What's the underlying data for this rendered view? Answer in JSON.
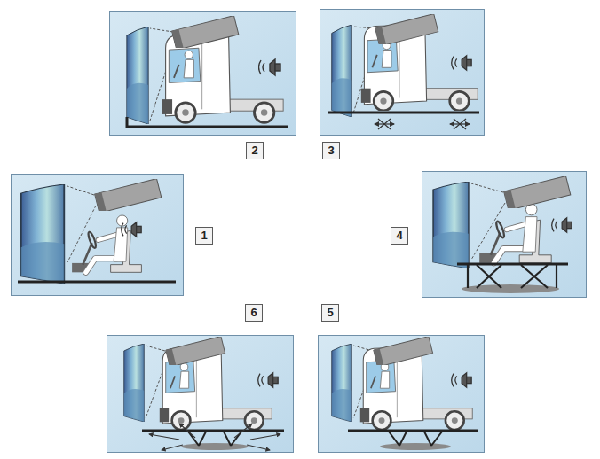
{
  "diagram": {
    "nodes": [
      {
        "text": [
          "2"
        ]
      },
      {
        "text": [
          "3"
        ]
      },
      {
        "text": [
          "1"
        ]
      },
      {
        "text": [
          "4"
        ]
      },
      {
        "text": [
          "6"
        ]
      },
      {
        "text": [
          "5"
        ]
      }
    ]
  }
}
